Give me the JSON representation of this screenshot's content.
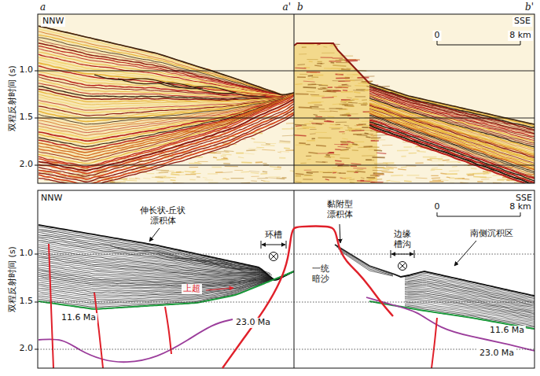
{
  "diagram": {
    "labels": [
      "a",
      "a'",
      "b",
      "b'",
      "NNW",
      "SSE",
      "0",
      "8 km",
      "1.0",
      "1.5",
      "2.0",
      "双程反射时间 (s)",
      "NNW",
      "SSE",
      "0",
      "8 km",
      "1.0",
      "1.5",
      "2.0",
      "双程反射时间 (s)",
      "伸长状-丘状 漂积体",
      "环槽",
      "黏附型 漂积体",
      "边缘 槽沟",
      "南侧沉积区",
      "一统 暗沙",
      "上超",
      "11.6 Ma",
      "11.6 Ma",
      "23.0 Ma",
      "23.0 Ma"
    ]
  }
}
